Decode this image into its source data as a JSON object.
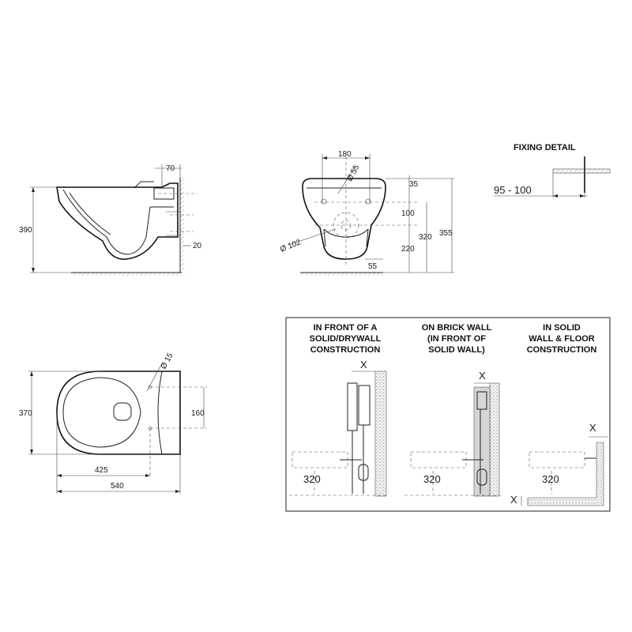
{
  "side_view": {
    "height_390": "390",
    "width_70": "70",
    "gap_20": "20"
  },
  "front_view": {
    "width_180": "180",
    "dia_55": "Ø 55",
    "dia_102": "Ø 102",
    "dim_35": "35",
    "dim_100": "100",
    "dim_320": "320",
    "dim_220": "220",
    "dim_355": "355",
    "dim_55": "55"
  },
  "fixing_detail": {
    "title": "FIXING DETAIL",
    "range": "95 - 100"
  },
  "top_view": {
    "dia_15": "Ø 15",
    "height_370": "370",
    "width_160": "160",
    "length_425": "425",
    "length_540": "540"
  },
  "installation": {
    "panel_1": {
      "title_line1": "IN FRONT OF A",
      "title_line2": "SOLID/DRYWALL",
      "title_line3": "CONSTRUCTION",
      "x_label": "X",
      "height": "320"
    },
    "panel_2": {
      "title_line1": "ON BRICK WALL",
      "title_line2": "(IN FRONT OF",
      "title_line3": "SOLID WALL)",
      "x_label": "X",
      "height": "320"
    },
    "panel_3": {
      "title_line1": "IN SOLID",
      "title_line2": "WALL & FLOOR",
      "title_line3": "CONSTRUCTION",
      "x_label_top": "X",
      "x_label_bottom": "X",
      "height": "320"
    }
  }
}
